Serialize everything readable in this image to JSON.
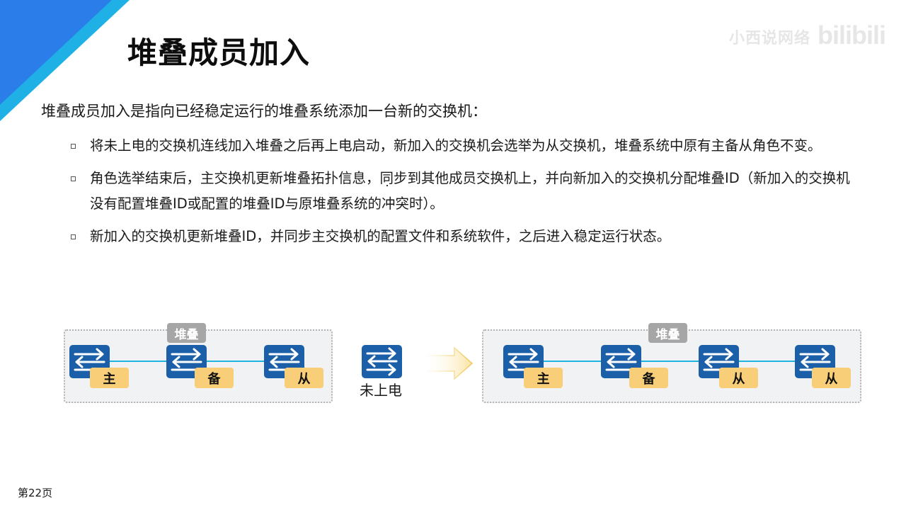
{
  "slide": {
    "title": "堆叠成员加入",
    "intro": "堆叠成员加入是指向已经稳定运行的堆叠系统添加一台新的交换机：",
    "bullets": [
      {
        "text": "将未上电的交换机连线加入堆叠之后再上电启动，新加入的交换机会选举为从交换机，堆叠系统中原有主备从角色不变。"
      },
      {
        "text": "角色选举结束后，主交换机更新堆叠拓扑信息，同步到其他成员交换机上，并向新加入的交换机分配堆叠ID（新加入的交换机没有配置堆叠ID或配置的堆叠ID与原堆叠系统的冲突时）。"
      },
      {
        "text": "新加入的交换机更新堆叠ID，并同步主交换机的配置文件和系统软件，之后进入稳定运行状态。"
      }
    ],
    "page_number": "第22页"
  },
  "watermark": {
    "channel": "小西说网络",
    "platform": "bilibili"
  },
  "diagram": {
    "before": {
      "stack_label": "堆叠",
      "switches": [
        {
          "role": "主",
          "icon": "switch-icon"
        },
        {
          "role": "备",
          "icon": "switch-icon"
        },
        {
          "role": "从",
          "icon": "switch-icon"
        }
      ]
    },
    "new_switch": {
      "label": "未上电",
      "icon": "switch-icon"
    },
    "transition_icon": "arrow-right-icon",
    "after": {
      "stack_label": "堆叠",
      "switches": [
        {
          "role": "主",
          "icon": "switch-icon"
        },
        {
          "role": "备",
          "icon": "switch-icon"
        },
        {
          "role": "从",
          "icon": "switch-icon"
        },
        {
          "role": "从",
          "icon": "switch-icon"
        }
      ]
    }
  },
  "colors": {
    "corner_blue": "#2b7de9",
    "corner_cyan": "#1fb1e6",
    "switch_blue": "#1c5fa9",
    "role_yellow": "#f8ce78",
    "stack_link": "#1fb3e0",
    "stack_tag_gray": "#a6a6a6",
    "stack_bg": "#f1f2f3"
  }
}
